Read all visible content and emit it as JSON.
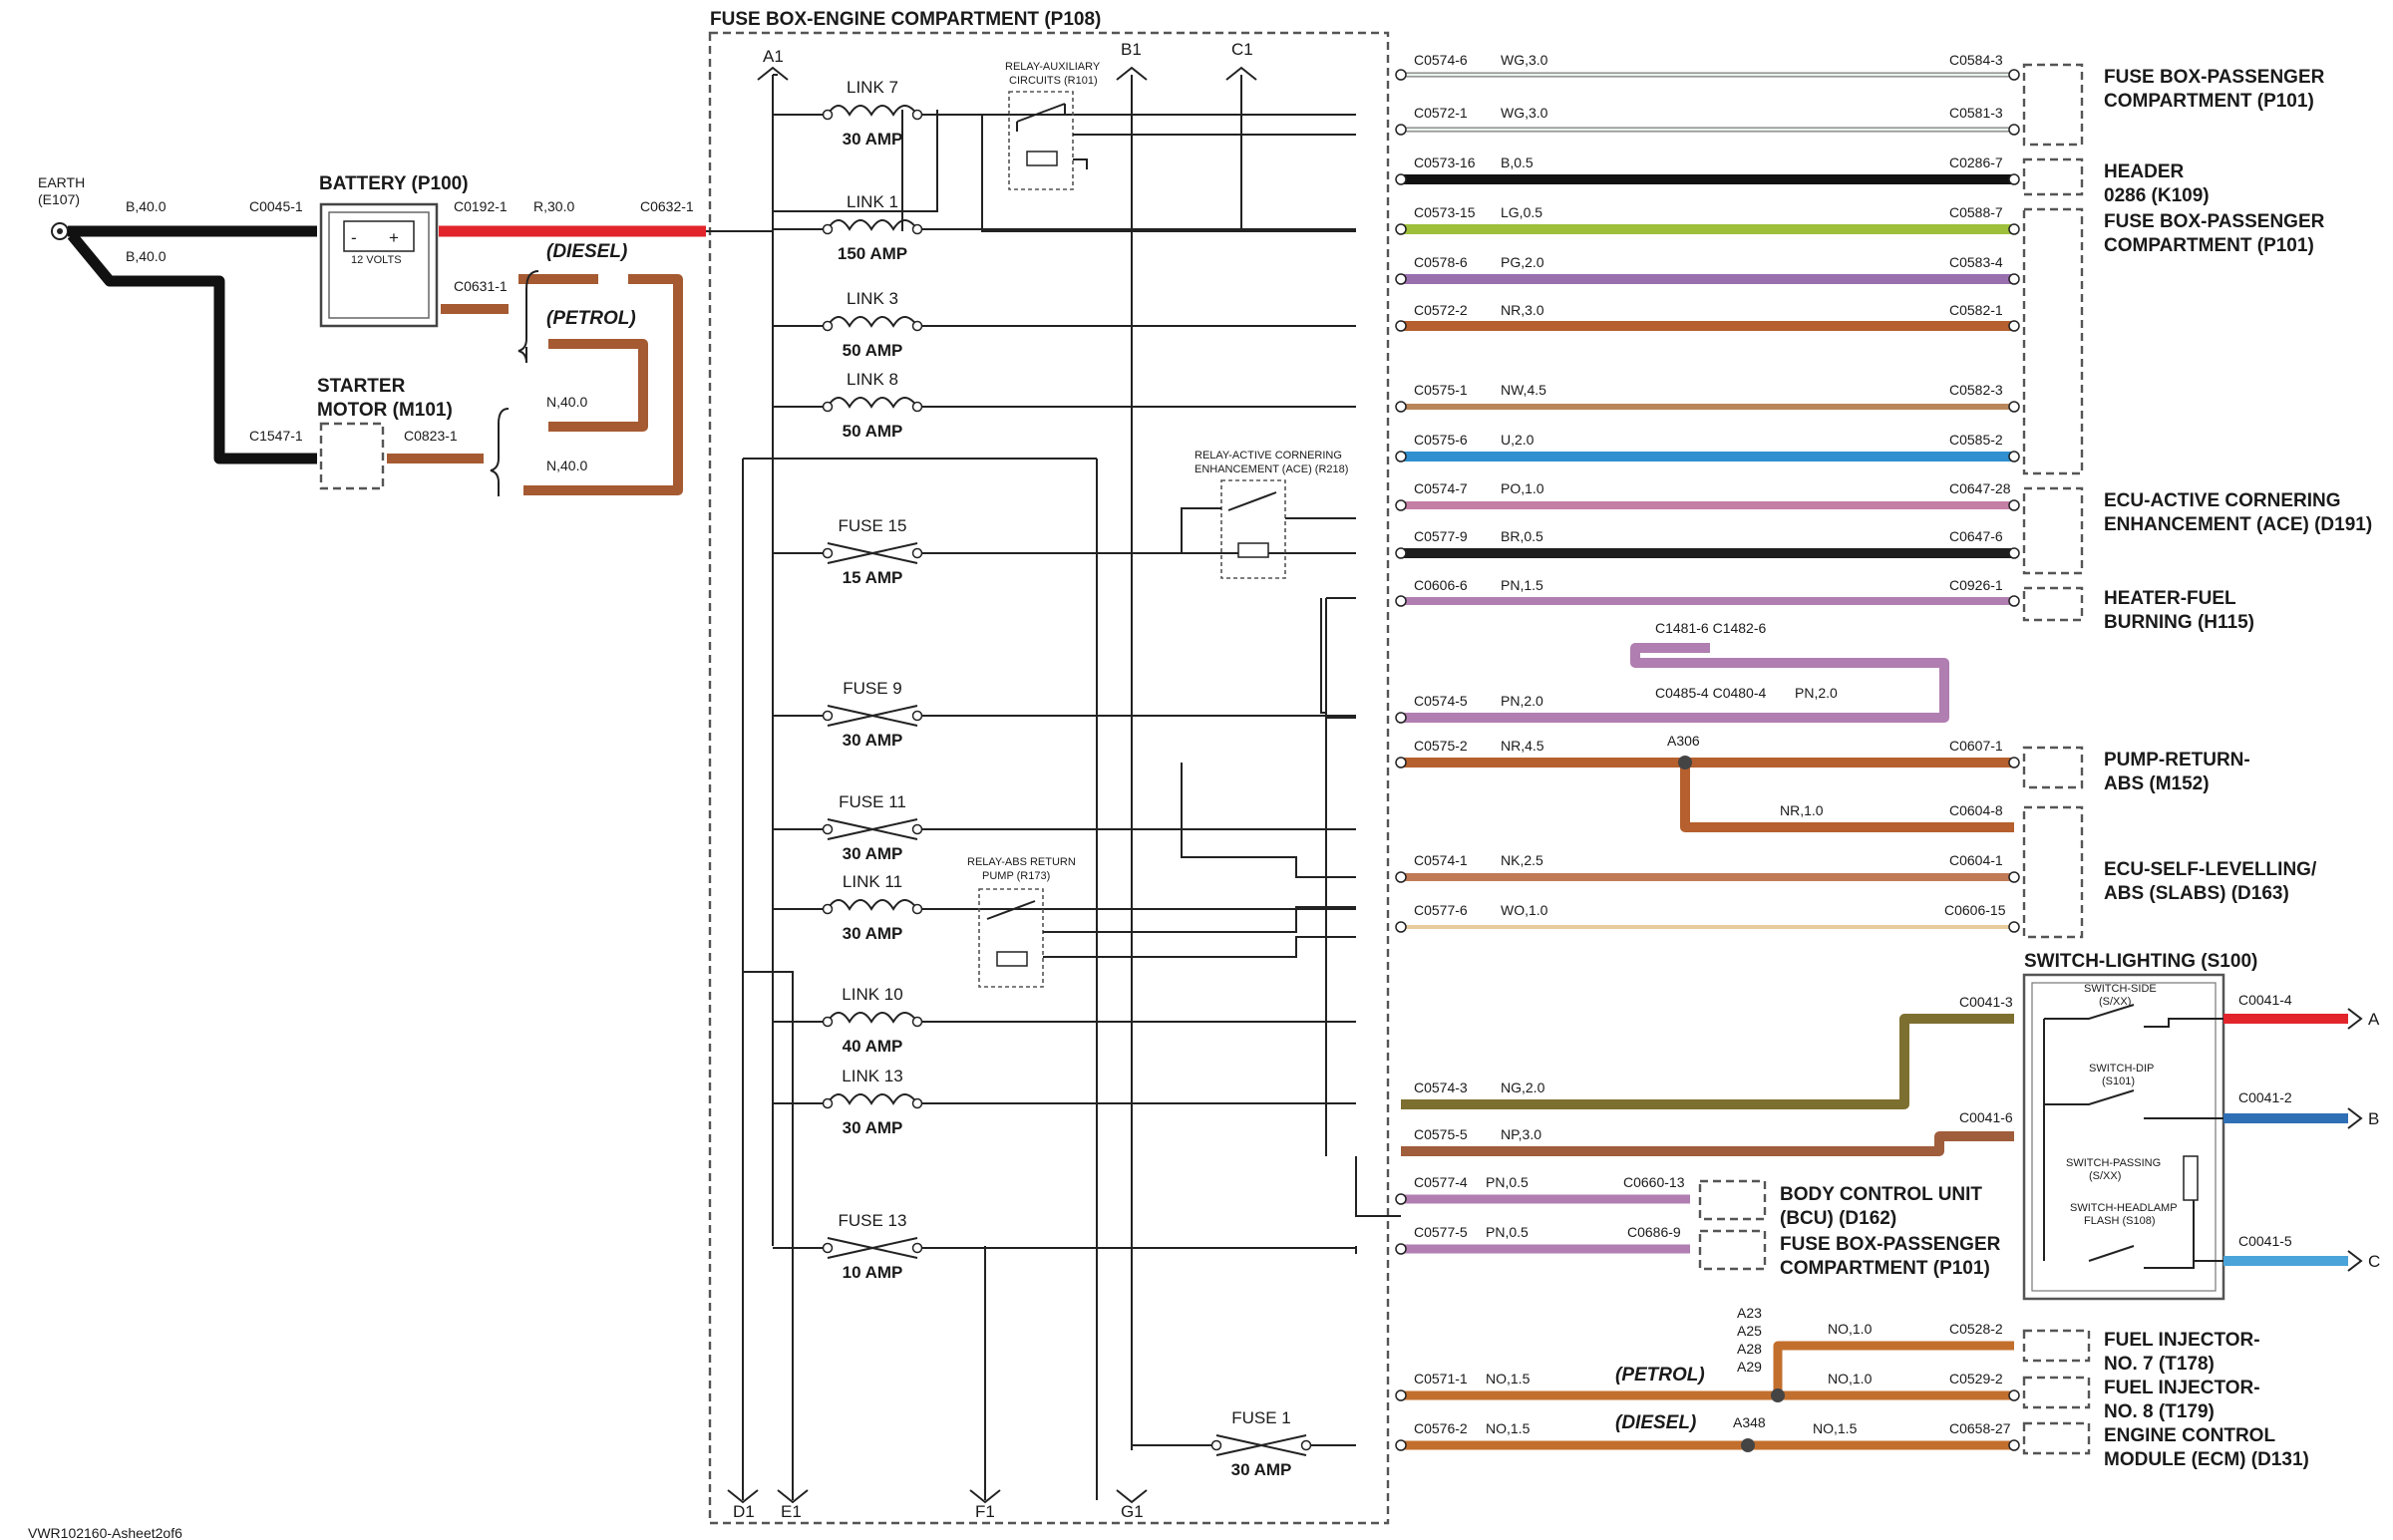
{
  "footer_ref": "VWR102160-Asheet2of6",
  "fuse_box": {
    "title": "FUSE BOX-ENGINE COMPARTMENT (P108)"
  },
  "earth": {
    "line1": "EARTH",
    "line2": "(E107)"
  },
  "battery": {
    "title": "BATTERY (P100)",
    "caption": "12 VOLTS",
    "plus": "+",
    "minus": "-"
  },
  "starter": {
    "line1": "STARTER",
    "line2": "MOTOR (M101)"
  },
  "left_labels": {
    "b400_top": "B,40.0",
    "b400_bot": "B,40.0",
    "c0045": "C0045-1",
    "c1547": "C1547-1",
    "c0192": "C0192-1",
    "r300": "R,30.0",
    "c0632": "C0632-1",
    "c0631": "C0631-1",
    "c0823": "C0823-1",
    "n400_top": "N,40.0",
    "n400_bot": "N,40.0",
    "diesel": "(DIESEL)",
    "petrol": "(PETROL)"
  },
  "nodes": {
    "a1": "A1",
    "b1": "B1",
    "c1": "C1",
    "d1": "D1",
    "e1": "E1",
    "f1": "F1",
    "g1": "G1"
  },
  "fuses": [
    {
      "name": "LINK 7",
      "rating": "30 AMP"
    },
    {
      "name": "LINK 1",
      "rating": "150 AMP"
    },
    {
      "name": "LINK 3",
      "rating": "50 AMP"
    },
    {
      "name": "LINK 8",
      "rating": "50 AMP"
    },
    {
      "name": "FUSE 15",
      "rating": "15 AMP"
    },
    {
      "name": "FUSE 9",
      "rating": "30 AMP"
    },
    {
      "name": "FUSE 11",
      "rating": "30 AMP"
    },
    {
      "name": "LINK 11",
      "rating": "30 AMP"
    },
    {
      "name": "LINK 10",
      "rating": "40 AMP"
    },
    {
      "name": "LINK 13",
      "rating": "30 AMP"
    },
    {
      "name": "FUSE 13",
      "rating": "10 AMP"
    },
    {
      "name": "FUSE 1",
      "rating": "30 AMP"
    }
  ],
  "relays": {
    "aux": {
      "line1": "RELAY-AUXILIARY",
      "line2": "CIRCUITS (R101)"
    },
    "ace": {
      "line1": "RELAY-ACTIVE CORNERING",
      "line2": "ENHANCEMENT (ACE) (R218)"
    },
    "abs": {
      "line1": "RELAY-ABS RETURN",
      "line2": "PUMP (R173)"
    }
  },
  "wires": [
    {
      "left": "C0574-6",
      "code": "WG,3.0",
      "right": "C0584-3",
      "color": "#ffffff"
    },
    {
      "left": "C0572-1",
      "code": "WG,3.0",
      "right": "C0581-3",
      "color": "#ffffff"
    },
    {
      "left": "C0573-16",
      "code": "B,0.5",
      "right": "C0286-7",
      "color": "#111111"
    },
    {
      "left": "C0573-15",
      "code": "LG,0.5",
      "right": "C0588-7",
      "color": "#9dbf3a"
    },
    {
      "left": "C0578-6",
      "code": "PG,2.0",
      "right": "C0583-4",
      "color": "#9a6fae"
    },
    {
      "left": "C0572-2",
      "code": "NR,3.0",
      "right": "C0582-1",
      "color": "#b5602e"
    },
    {
      "left": "C0575-1",
      "code": "NW,4.5",
      "right": "C0582-3",
      "color": "#b9865a"
    },
    {
      "left": "C0575-6",
      "code": "U,2.0",
      "right": "C0585-2",
      "color": "#2f8fd0"
    },
    {
      "left": "C0574-7",
      "code": "PO,1.0",
      "right": "C0647-28",
      "color": "#c47fa5"
    },
    {
      "left": "C0577-9",
      "code": "BR,0.5",
      "right": "C0647-6",
      "color": "#1e1e1e"
    },
    {
      "left": "C0606-6",
      "code": "PN,1.5",
      "right": "C0926-1",
      "color": "#b07eb0"
    },
    {
      "left": "C0574-5",
      "code": "PN,2.0",
      "right": "",
      "color": "#b07eb0"
    },
    {
      "left": "C0575-2",
      "code": "NR,4.5",
      "right": "C0607-1",
      "color": "#b5602e"
    },
    {
      "left": "",
      "code": "NR,1.0",
      "right": "C0604-8",
      "color": "#b5602e"
    },
    {
      "left": "C0574-1",
      "code": "NK,2.5",
      "right": "C0604-1",
      "color": "#c07a55"
    },
    {
      "left": "C0577-6",
      "code": "WO,1.0",
      "right": "C0606-15",
      "color": "#e8cc9c"
    },
    {
      "left": "C0574-3",
      "code": "NG,2.0",
      "right": "C0041-3",
      "color": "#7d6f30"
    },
    {
      "left": "C0575-5",
      "code": "NP,3.0",
      "right": "C0041-6",
      "color": "#a05d3c"
    },
    {
      "left": "C0577-4",
      "code": "PN,0.5",
      "right": "C0660-13",
      "color": "#b07eb0"
    },
    {
      "left": "C0577-5",
      "code": "PN,0.5",
      "right": "C0686-9",
      "color": "#b07eb0"
    },
    {
      "left": "",
      "code": "NO,1.0",
      "right": "C0528-2",
      "color": "#c26f2e"
    },
    {
      "left": "C0571-1",
      "code": "NO,1.5",
      "right": "",
      "color": "#c26f2e"
    },
    {
      "left": "",
      "code": "NO,1.0",
      "right": "C0529-2",
      "color": "#c26f2e"
    },
    {
      "left": "C0576-2",
      "code": "NO,1.5",
      "right": "C0658-27",
      "color": "#c26f2e"
    },
    {
      "left": "",
      "code": "NO,1.5",
      "right": "",
      "color": "#c26f2e"
    }
  ],
  "loop": {
    "top": "C1481-6 C1482-6",
    "mid": "C0485-4 C0480-4",
    "code": "PN,2.0"
  },
  "splices": {
    "a306": "A306",
    "a348": "A348",
    "a23": "A23",
    "a25": "A25",
    "a28": "A28",
    "a29": "A29"
  },
  "fuel_labels": {
    "petrol": "(PETROL)",
    "diesel": "(DIESEL)"
  },
  "components": [
    {
      "line1": "FUSE BOX-PASSENGER",
      "line2": "COMPARTMENT (P101)"
    },
    {
      "line1": "HEADER",
      "line2": "0286 (K109)"
    },
    {
      "line1": "FUSE BOX-PASSENGER",
      "line2": "COMPARTMENT (P101)"
    },
    {
      "line1": "ECU-ACTIVE CORNERING",
      "line2": "ENHANCEMENT (ACE) (D191)"
    },
    {
      "line1": "HEATER-FUEL",
      "line2": "BURNING (H115)"
    },
    {
      "line1": "PUMP-RETURN-",
      "line2": "ABS (M152)"
    },
    {
      "line1": "ECU-SELF-LEVELLING/",
      "line2": "ABS (SLABS) (D163)"
    },
    {
      "line1": "BODY CONTROL UNIT",
      "line2": "(BCU) (D162)"
    },
    {
      "line1": "FUSE BOX-PASSENGER",
      "line2": "COMPARTMENT (P101)"
    },
    {
      "line1": "FUEL INJECTOR-",
      "line2": "NO. 7 (T178)"
    },
    {
      "line1": "FUEL INJECTOR-",
      "line2": "NO. 8 (T179)"
    },
    {
      "line1": "ENGINE CONTROL",
      "line2": "MODULE (ECM) (D131)"
    }
  ],
  "switch": {
    "title": "SWITCH-LIGHTING (S100)",
    "side": "SWITCH-SIDE",
    "side2": "(S/XX)",
    "dip": "SWITCH-DIP",
    "dip2": "(S101)",
    "passing": "SWITCH-PASSING",
    "passing2": "(S/XX)",
    "flash": "SWITCH-HEADLAMP",
    "flash2": "FLASH (S108)",
    "out_a": "C0041-4",
    "out_b": "C0041-2",
    "out_c": "C0041-5",
    "a": "A",
    "b": "B",
    "c": "C"
  }
}
